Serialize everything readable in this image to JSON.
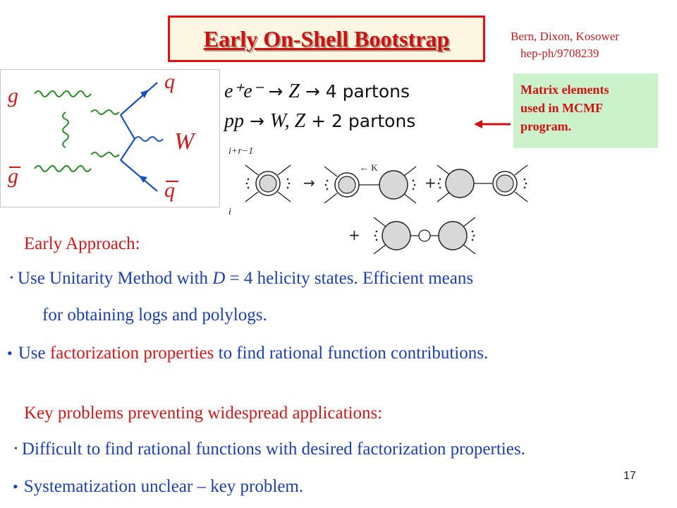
{
  "slide": {
    "title": "Early On-Shell Bootstrap",
    "reference": {
      "authors": "Bern, Dixon, Kosower",
      "preprint": "hep-ph/9708239"
    },
    "callout_lines": [
      "Matrix elements",
      "used in MCMF",
      "program."
    ],
    "processes": [
      {
        "lhs": "e⁺e⁻",
        "arrow1": "→",
        "mid": "Z",
        "arrow2": "→",
        "rhs": "4 partons"
      },
      {
        "lhs": "pp",
        "arrow1": "→",
        "mid": "W, Z",
        "arrow2": "+",
        "rhs": "2 partons"
      }
    ],
    "feynman_labels": {
      "g": "g",
      "gbar": "g",
      "q": "q",
      "qbar": "q",
      "W": "W"
    },
    "recursion_labels": {
      "upper": "i+r−1",
      "lower": "i",
      "arrow": "→",
      "K": "← K",
      "plus1": "+",
      "plus2": "+"
    },
    "early_approach": {
      "heading": "Early Approach:",
      "bullet1_line1_pre": "Use Unitarity Method with ",
      "bullet1_line1_D": "D",
      "bullet1_line1_post": " = 4 helicity states.  Efficient means",
      "bullet1_line2": "for obtaining logs and polylogs.",
      "bullet2_pre": "Use ",
      "bullet2_highlight": "factorization properties",
      "bullet2_post": " to find rational function contributions."
    },
    "key_problems": {
      "heading": "Key problems preventing widespread applications:",
      "bullet1": "Difficult to find rational functions with desired factorization properties.",
      "bullet2": "Systematization  unclear – key problem."
    },
    "page_number": "17"
  }
}
